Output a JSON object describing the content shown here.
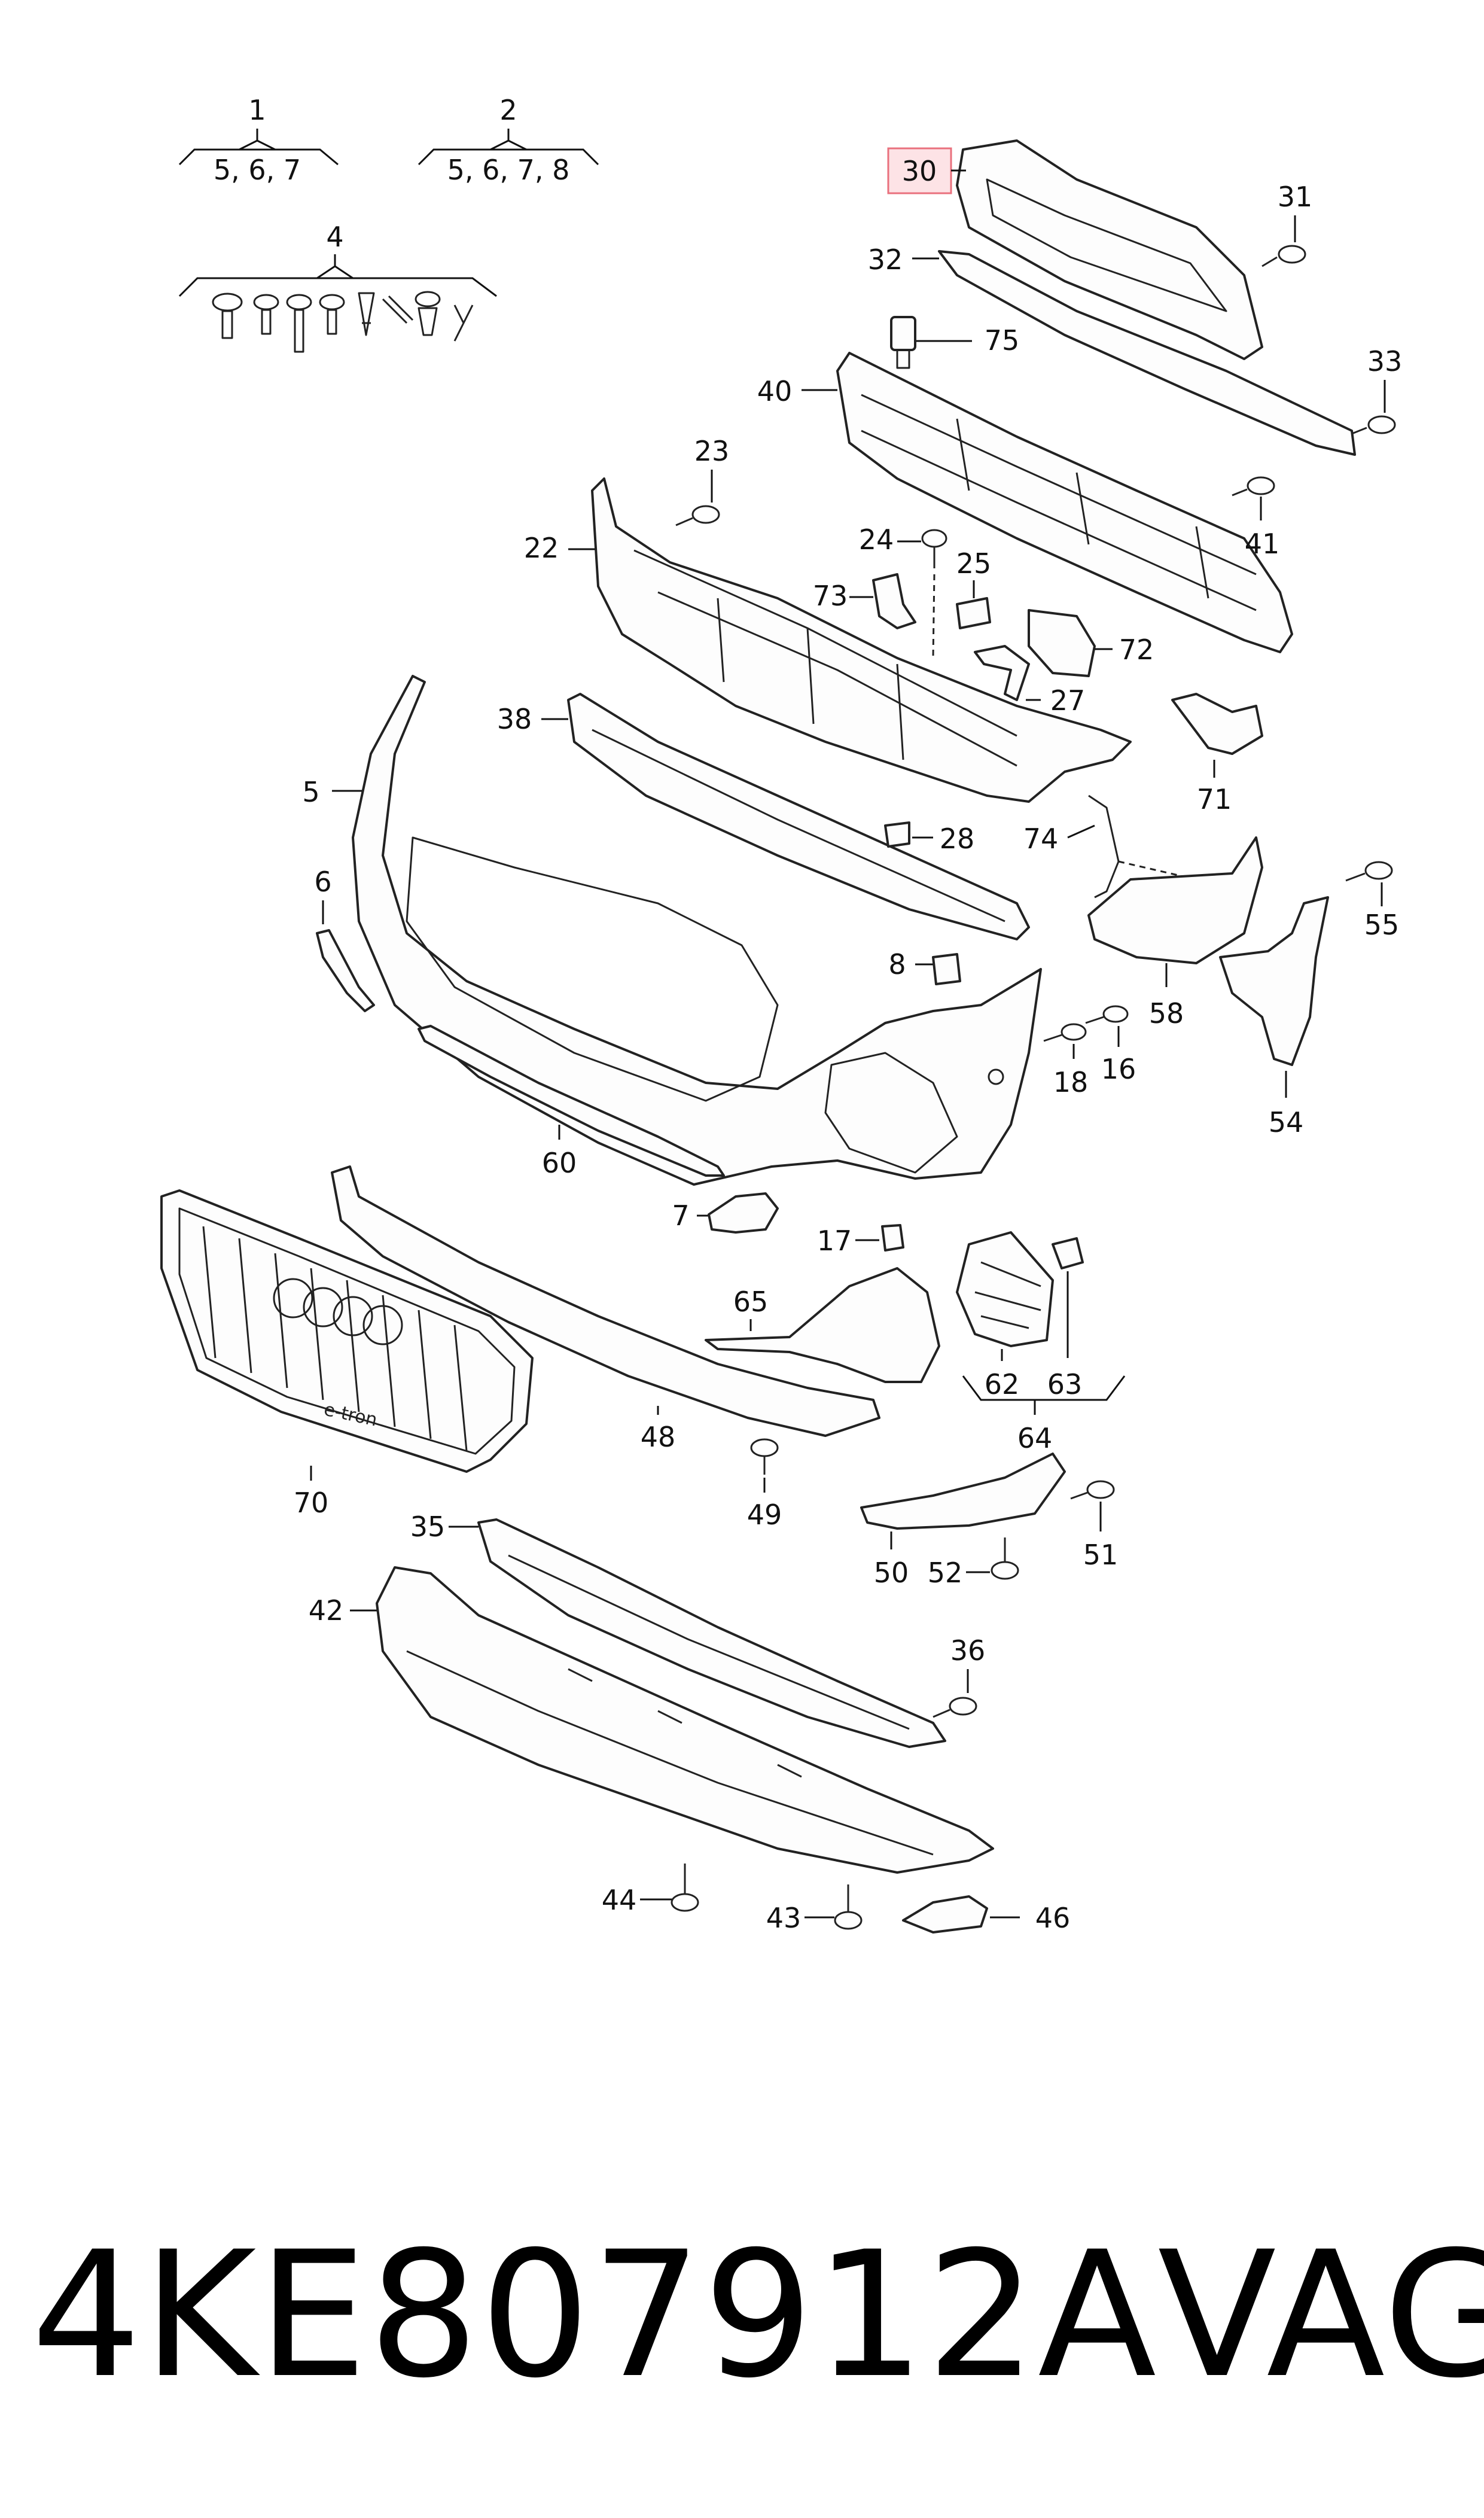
{
  "diagram": {
    "callouts": [
      {
        "id": "1",
        "sub": "5, 6, 7"
      },
      {
        "id": "2",
        "sub": "5, 6, 7, 8"
      },
      {
        "id": "4"
      },
      {
        "id": "30",
        "highlight": true,
        "highlight_color": "#fde3e6",
        "highlight_border": "#e9707d"
      },
      {
        "id": "31"
      },
      {
        "id": "32"
      },
      {
        "id": "33"
      },
      {
        "id": "75"
      },
      {
        "id": "40"
      },
      {
        "id": "41"
      },
      {
        "id": "23"
      },
      {
        "id": "22"
      },
      {
        "id": "24"
      },
      {
        "id": "25"
      },
      {
        "id": "73"
      },
      {
        "id": "72"
      },
      {
        "id": "27"
      },
      {
        "id": "38"
      },
      {
        "id": "71"
      },
      {
        "id": "5"
      },
      {
        "id": "28"
      },
      {
        "id": "74"
      },
      {
        "id": "6"
      },
      {
        "id": "55"
      },
      {
        "id": "8"
      },
      {
        "id": "58"
      },
      {
        "id": "18"
      },
      {
        "id": "16"
      },
      {
        "id": "54"
      },
      {
        "id": "60"
      },
      {
        "id": "7"
      },
      {
        "id": "17"
      },
      {
        "id": "65"
      },
      {
        "id": "62"
      },
      {
        "id": "63"
      },
      {
        "id": "64"
      },
      {
        "id": "70"
      },
      {
        "id": "48"
      },
      {
        "id": "49"
      },
      {
        "id": "50"
      },
      {
        "id": "52"
      },
      {
        "id": "51"
      },
      {
        "id": "35"
      },
      {
        "id": "42"
      },
      {
        "id": "36"
      },
      {
        "id": "44"
      },
      {
        "id": "43"
      },
      {
        "id": "46"
      }
    ],
    "grille_badge": "e-tron"
  },
  "part_number": "4KE807912A",
  "brand": "VAG"
}
